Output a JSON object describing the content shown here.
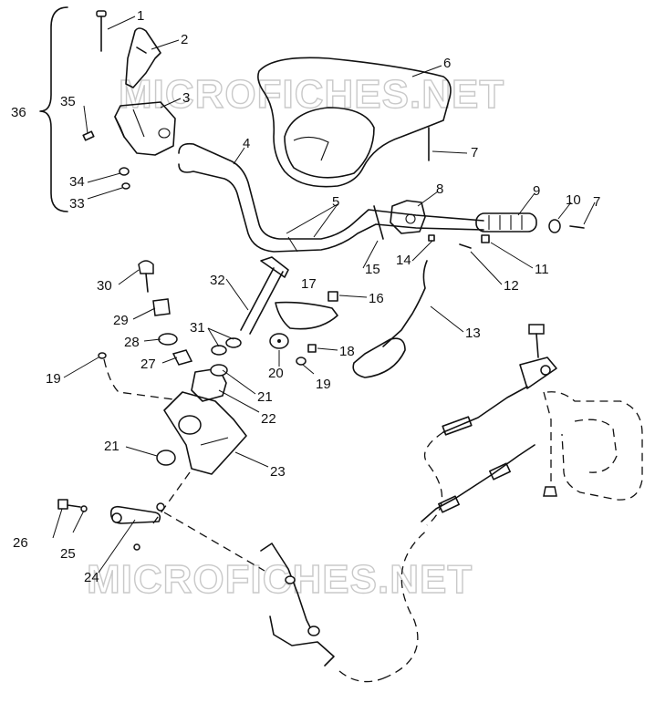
{
  "watermark": "MICROFICHES.NET",
  "colors": {
    "ink": "#111111",
    "watermark": "#c9c9c9",
    "background": "#ffffff"
  },
  "callouts": [
    "1",
    "2",
    "3",
    "4",
    "5",
    "6",
    "7",
    "8",
    "9",
    "10",
    "7",
    "11",
    "12",
    "13",
    "14",
    "15",
    "16",
    "17",
    "18",
    "19",
    "20",
    "21",
    "22",
    "23",
    "21",
    "24",
    "25",
    "26",
    "27",
    "28",
    "29",
    "30",
    "31",
    "32",
    "33",
    "34",
    "35",
    "36",
    "19"
  ]
}
